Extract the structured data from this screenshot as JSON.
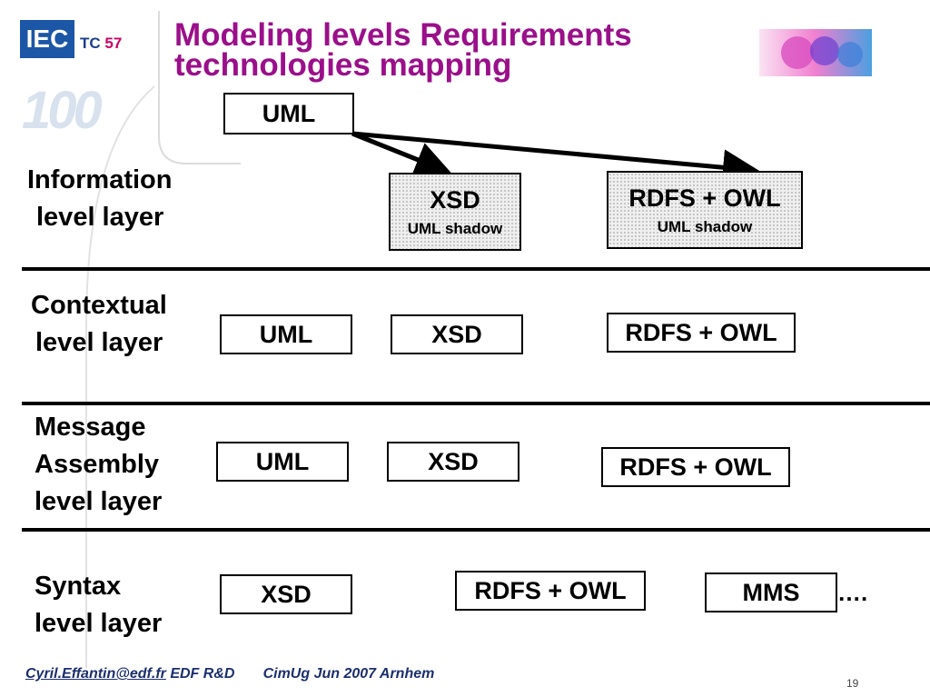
{
  "header": {
    "logo_text": "IEC",
    "tc_prefix": "TC",
    "tc_number": "57",
    "title_line1": "Modeling levels Requirements",
    "title_line2": "technologies mapping"
  },
  "top": {
    "uml": "UML",
    "xsd": "XSD",
    "xsd_sub": "UML shadow",
    "rdfs": "RDFS + OWL",
    "rdfs_sub": "UML shadow"
  },
  "layers": [
    {
      "label_lines": [
        "Information",
        "level layer"
      ]
    },
    {
      "label_lines": [
        "Contextual",
        "level layer"
      ],
      "boxes": [
        "UML",
        "XSD",
        "RDFS + OWL"
      ]
    },
    {
      "label_lines": [
        "Message",
        "Assembly",
        "level layer"
      ],
      "boxes": [
        "UML",
        "XSD",
        "RDFS + OWL"
      ]
    },
    {
      "label_lines": [
        "Syntax",
        "level layer"
      ],
      "boxes": [
        "XSD",
        "RDFS + OWL",
        "MMS"
      ]
    }
  ],
  "ellipsis": "….",
  "footer": {
    "email": "Cyril.Effantin@edf.fr",
    "org": "EDF R&D",
    "event": "CimUg Jun 2007 Arnhem",
    "page": "19"
  },
  "colors": {
    "title": "#9b0f8a",
    "logo": "#1c56a6",
    "tc_number": "#cc0066"
  }
}
